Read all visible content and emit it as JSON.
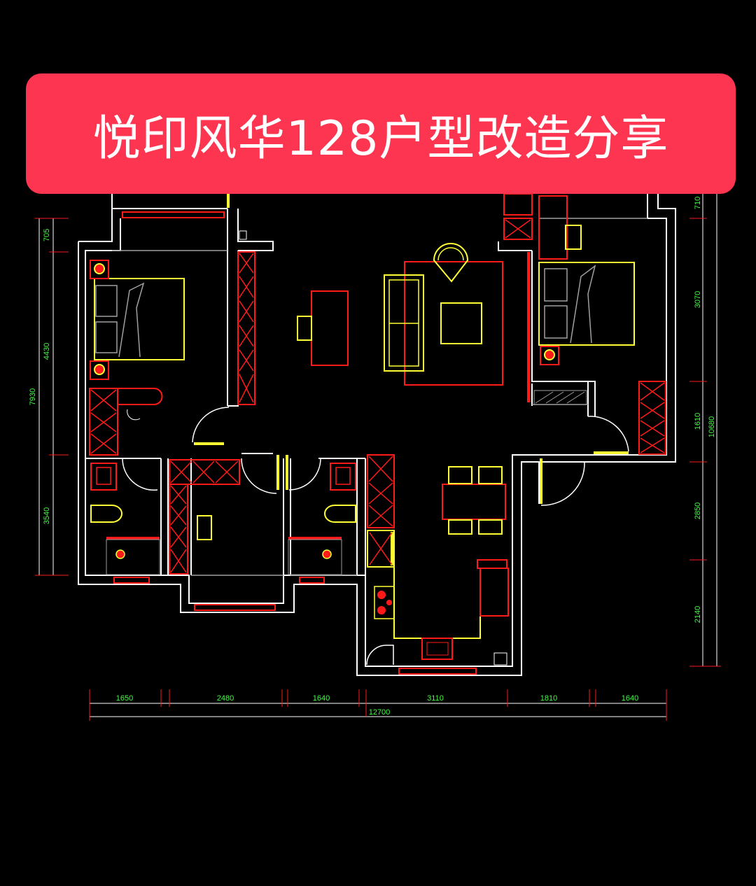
{
  "title": "悦印风华128户型改造分享",
  "colors": {
    "background": "#000000",
    "banner": "#fe3550",
    "wall": "#ffffff",
    "furniture_red": "#ff1a1a",
    "furniture_yellow": "#ffff33",
    "dimension_green": "#3fff3f"
  },
  "dimensions": {
    "bottom": [
      "1650",
      "2480",
      "1640",
      "3110",
      "1810",
      "1640"
    ],
    "bottom_total": "12700",
    "left": [
      "705",
      "4430",
      "3540"
    ],
    "left_total": "7930",
    "right": [
      "710",
      "3070",
      "1610",
      "2850",
      "2140"
    ],
    "right_total": "10680"
  }
}
